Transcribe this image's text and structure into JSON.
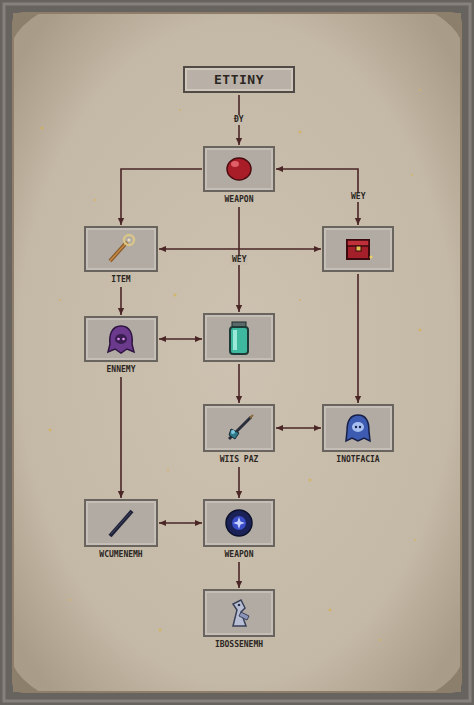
{
  "diagram": {
    "nodes": [
      {
        "text": [
          "ETTINY"
        ]
      },
      {
        "text": [
          "WEAPON"
        ]
      },
      {
        "text": [
          "ITEM"
        ]
      },
      {
        "text": []
      },
      {
        "text": [
          "ENNEMY"
        ]
      },
      {
        "text": []
      },
      {
        "text": [
          "WIIS PAZ"
        ]
      },
      {
        "text": [
          "INOTFACIA"
        ]
      },
      {
        "text": [
          "WCUMENEMH"
        ]
      },
      {
        "text": [
          "WEAPON"
        ]
      },
      {
        "text": [
          "IBOSSENEMH"
        ]
      }
    ],
    "edges": [
      {
        "from": 0,
        "to": 1,
        "arrow": "to",
        "label": "ÐY"
      },
      {
        "from": 1,
        "to": 2,
        "arrow": "to"
      },
      {
        "from": 1,
        "to": 3,
        "arrow": "both",
        "label": "WEY"
      },
      {
        "from": 1,
        "to": 5,
        "arrow": "to",
        "label": "WEY"
      },
      {
        "from": 2,
        "to": 3,
        "arrow": "both"
      },
      {
        "from": 2,
        "to": 4,
        "arrow": "to"
      },
      {
        "from": 4,
        "to": 5,
        "arrow": "both"
      },
      {
        "from": 5,
        "to": 6,
        "arrow": "to"
      },
      {
        "from": 6,
        "to": 7,
        "arrow": "both"
      },
      {
        "from": 3,
        "to": 7,
        "arrow": "to"
      },
      {
        "from": 4,
        "to": 8,
        "arrow": "to"
      },
      {
        "from": 8,
        "to": 9,
        "arrow": "both"
      },
      {
        "from": 6,
        "to": 9,
        "arrow": "to"
      },
      {
        "from": 9,
        "to": 10,
        "arrow": "to"
      }
    ]
  }
}
